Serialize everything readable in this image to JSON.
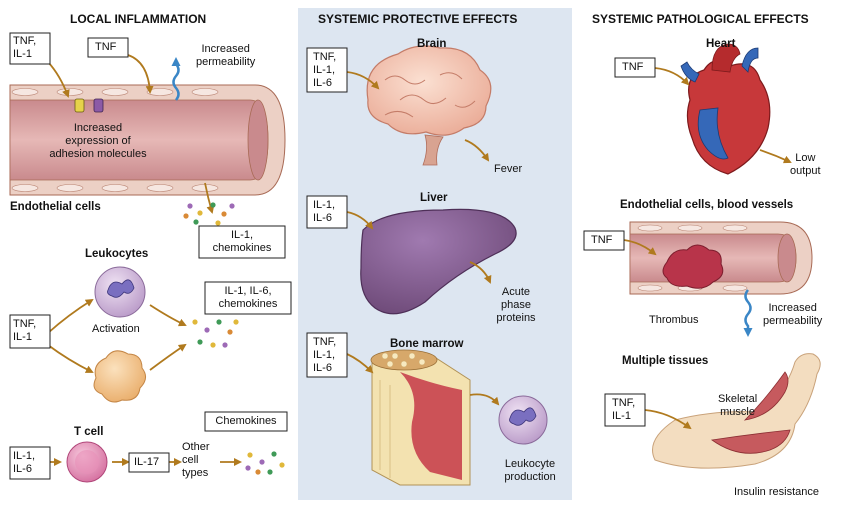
{
  "columns": {
    "local": "LOCAL INFLAMMATION",
    "protective": "SYSTEMIC PROTECTIVE EFFECTS",
    "pathological": "SYSTEMIC PATHOLOGICAL EFFECTS"
  },
  "local": {
    "box_tnf_il1": [
      "TNF,",
      "IL-1"
    ],
    "box_tnf": "TNF",
    "increased_permeability": [
      "Increased",
      "permeability"
    ],
    "adhesion": [
      "Increased",
      "expression of",
      "adhesion molecules"
    ],
    "endothelial_cells": "Endothelial cells",
    "box_il1_chemokines": [
      "IL-1,",
      "chemokines"
    ],
    "leukocytes": "Leukocytes",
    "box_tnf_il1_b": [
      "TNF,",
      "IL-1"
    ],
    "activation": "Activation",
    "box_il1_il6_chemokines": [
      "IL-1, IL-6,",
      "chemokines"
    ],
    "tcell": "T cell",
    "box_il1_il6": [
      "IL-1,",
      "IL-6"
    ],
    "box_il17": "IL-17",
    "other_cell_types": [
      "Other",
      "cell",
      "types"
    ],
    "box_chemokines": "Chemokines"
  },
  "protective": {
    "brain": "Brain",
    "box_brain": [
      "TNF,",
      "IL-1,",
      "IL-6"
    ],
    "fever": "Fever",
    "liver": "Liver",
    "box_liver": [
      "IL-1,",
      "IL-6"
    ],
    "acute_phase": [
      "Acute",
      "phase",
      "proteins"
    ],
    "bone_marrow": "Bone marrow",
    "box_marrow": [
      "TNF,",
      "IL-1,",
      "IL-6"
    ],
    "leukocyte_production": [
      "Leukocyte",
      "production"
    ]
  },
  "pathological": {
    "heart": "Heart",
    "box_heart": "TNF",
    "low_output": [
      "Low",
      "output"
    ],
    "endothelial_vessels": "Endothelial cells, blood vessels",
    "box_vessel": "TNF",
    "thrombus": "Thrombus",
    "increased_permeability": [
      "Increased",
      "permeability"
    ],
    "multiple_tissues": "Multiple tissues",
    "box_tissues": [
      "TNF,",
      "IL-1"
    ],
    "skeletal_muscle": [
      "Skeletal",
      "muscle"
    ],
    "insulin_resistance": "Insulin resistance"
  },
  "colors": {
    "panel_bg": "#dde6f1",
    "vessel_wall": "#e9c8bf",
    "vessel_lumen": "#d9a3a5",
    "arrow": "#b07a1e",
    "perm_arrow": "#3a86c6"
  }
}
